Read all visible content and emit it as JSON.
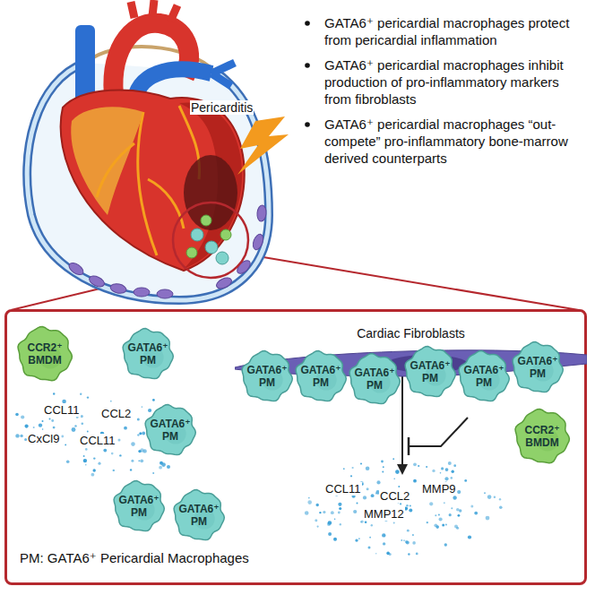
{
  "diagram": {
    "nodes": [
      {
        "text": [
          "PM: GATA6⁺ Pericardial Macrophages"
        ]
      },
      {
        "text": [
          "Cardiac Fibroblasts"
        ],
        "in": 0
      },
      {
        "text": [
          "CCR2⁺ BMDM"
        ],
        "in": 0
      },
      {
        "text": [
          "GATA6⁺ PM"
        ],
        "in": 0
      },
      {
        "text": [
          "GATA6⁺ PM"
        ],
        "in": 0
      },
      {
        "text": [
          "GATA6⁺ PM"
        ],
        "in": 0
      },
      {
        "text": [
          "GATA6⁺ PM"
        ],
        "in": 0
      },
      {
        "text": [
          "GATA6⁺ PM"
        ],
        "in": 0
      },
      {
        "text": [
          "GATA6⁺ PM"
        ],
        "in": 0
      },
      {
        "text": [
          "GATA6⁺ PM"
        ],
        "in": 0
      },
      {
        "text": [
          "GATA6⁺ PM"
        ],
        "in": 0
      },
      {
        "text": [
          "GATA6⁺ PM"
        ],
        "in": 0
      },
      {
        "text": [
          "GATA6⁺ PM"
        ],
        "in": 0
      },
      {
        "text": [
          "CCR2⁺ BMDM"
        ],
        "in": 0
      }
    ],
    "labels": [
      "GATA6⁺ pericardial macrophages protect from pericardial inflammation",
      "GATA6⁺ pericardial macrophages inhibit production of pro-inflammatory markers from fibroblasts",
      "GATA6⁺ pericardial macrophages “out-compete” pro-inflammatory bone-marrow derived counterparts",
      "Pericarditis",
      "CCL11",
      "CCL2",
      "CxCl9",
      "CCL11",
      "CCL11",
      "CCL2",
      "MMP9",
      "MMP12"
    ]
  }
}
